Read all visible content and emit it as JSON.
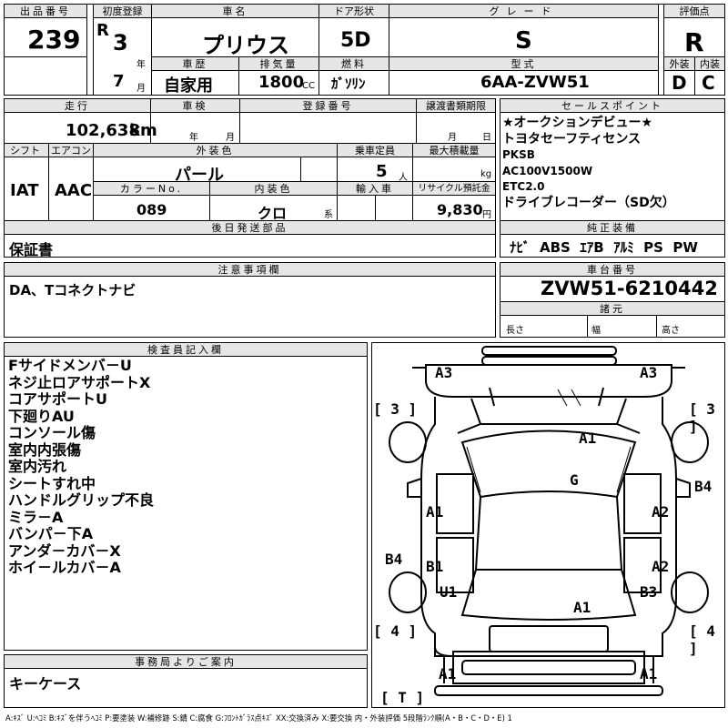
{
  "header": {
    "lot_no_label": "出品番号",
    "lot_no": "239",
    "first_reg_label": "初度登録",
    "era": "R",
    "year": "3",
    "year_unit": "年",
    "month": "7",
    "month_unit": "月",
    "name_label": "車名",
    "name": "プリウス",
    "door_label": "ドア形状",
    "door": "5D",
    "grade_label": "グレード",
    "grade": "S",
    "score_label": "評価点",
    "score": "R",
    "history_label": "車歴",
    "history": "自家用",
    "displacement_label": "排気量",
    "displacement": "1800",
    "displacement_unit": "CC",
    "fuel_label": "燃料",
    "fuel": "ｶﾞｿﾘﾝ",
    "model_label": "型式",
    "model": "6AA-ZVW51",
    "exterior_label": "外装",
    "exterior": "D",
    "interior_label": "内装",
    "interior": "C"
  },
  "row2": {
    "mileage_label": "走行",
    "mileage": "102,638",
    "mileage_unit": "km",
    "inspection_label": "車検",
    "insp_year_unit": "年",
    "insp_month_unit": "月",
    "reg_no_label": "登録番号",
    "transfer_label": "譲渡書類期限",
    "transfer_month_unit": "月",
    "transfer_day_unit": "日",
    "shift_label": "シフト",
    "shift": "IAT",
    "ac_label": "エアコン",
    "ac": "AAC",
    "color_label": "外装色",
    "color": "パール",
    "capacity_label": "乗車定員",
    "capacity": "5",
    "capacity_unit": "人",
    "load_label": "最大積載量",
    "load_unit": "kg",
    "color_no_label": "カラーNo.",
    "color_no": "089",
    "int_color_label": "内装色",
    "int_color": "クロ",
    "int_color_unit": "系",
    "import_label": "輸入車",
    "recycle_label": "リサイクル預託金",
    "recycle": "9,830",
    "recycle_unit": "円",
    "later_label": "後日発送部品",
    "later": "保証書"
  },
  "sales": {
    "label": "セールスポイント",
    "lines": [
      "★オークションデビュー★",
      "トヨタセーフティセンス",
      "PKSB",
      "AC100V1500W",
      "ETC2.0",
      "ドライブレコーダー（SD欠）"
    ]
  },
  "equipment": {
    "label": "純正装備",
    "items": [
      "ﾅﾋﾞ",
      "ABS",
      "ｴｱB",
      "ｱﾙﾐ",
      "PS",
      "PW"
    ]
  },
  "caution": {
    "label": "注意事項欄",
    "text": "DA、Tコネクトナビ"
  },
  "chassis": {
    "label": "車台番号",
    "number": "ZVW51-6210442",
    "dims_label": "諸元",
    "length_label": "長さ",
    "width_label": "幅",
    "height_label": "高さ"
  },
  "inspector": {
    "label": "検査員記入欄",
    "lines": [
      "Fサイドメンバ－U",
      "ネジ止ロアサポートX",
      "コアサポートU",
      "下廻りAU",
      "コンソール傷",
      "室内内張傷",
      "室内汚れ",
      "シートすれ中",
      "ハンドルグリップ不良",
      "ミラ－A",
      "バンパ－下A",
      "アンダ－カバ－X",
      "ホイ－ルカバ－A"
    ]
  },
  "office": {
    "label": "事務局よりご案内",
    "text": "キーケース"
  },
  "diagram": {
    "marks": [
      "A3",
      "A3",
      "[ 3 ]",
      "[ 3 ]",
      "A1",
      "G",
      "B4",
      "A1",
      "A2",
      "B4",
      "B1",
      "A2",
      "U1",
      "B3",
      "A1",
      "[ 4 ]",
      "[ 4 ]",
      "A1",
      "A1",
      "[ T ]"
    ]
  },
  "legend": "A:ｷｽﾞ U:ﾍｺﾐ B:ｷｽﾞを伴うﾍｺﾐ P:要塗装 W:補修跡 S:錆 C:腐食 G:ﾌﾛﾝﾄｶﾞﾗｽ点ｷｽﾞ XX:交換済み X:要交換 内・外装評価 5段階ﾗﾝｸ順(A・B・C・D・E) 1"
}
